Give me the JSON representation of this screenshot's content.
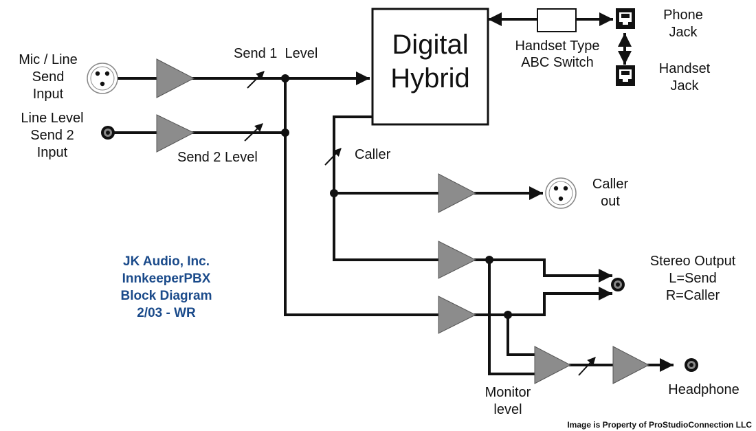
{
  "inputs": {
    "mic_line": [
      "Mic / Line",
      "Send",
      "Input"
    ],
    "line_level": [
      "Line Level",
      "Send 2",
      "Input"
    ]
  },
  "levels": {
    "send1": "Send 1  Level",
    "send2": "Send 2 Level",
    "caller": "Caller",
    "monitor": [
      "Monitor",
      "level"
    ]
  },
  "hybrid": [
    "Digital",
    "Hybrid"
  ],
  "switch": [
    "Handset Type",
    "ABC Switch"
  ],
  "jacks": {
    "phone": [
      "Phone",
      "Jack"
    ],
    "handset": [
      "Handset",
      "Jack"
    ]
  },
  "outputs": {
    "caller_out": [
      "Caller",
      "out"
    ],
    "stereo": [
      "Stereo Output",
      "L=Send",
      "R=Caller"
    ],
    "headphone": "Headphone"
  },
  "title_block": [
    "JK Audio, Inc.",
    "InnkeeperPBX",
    "Block Diagram",
    "2/03 - WR"
  ],
  "credit": "Image is Property of ProStudioConnection LLC"
}
